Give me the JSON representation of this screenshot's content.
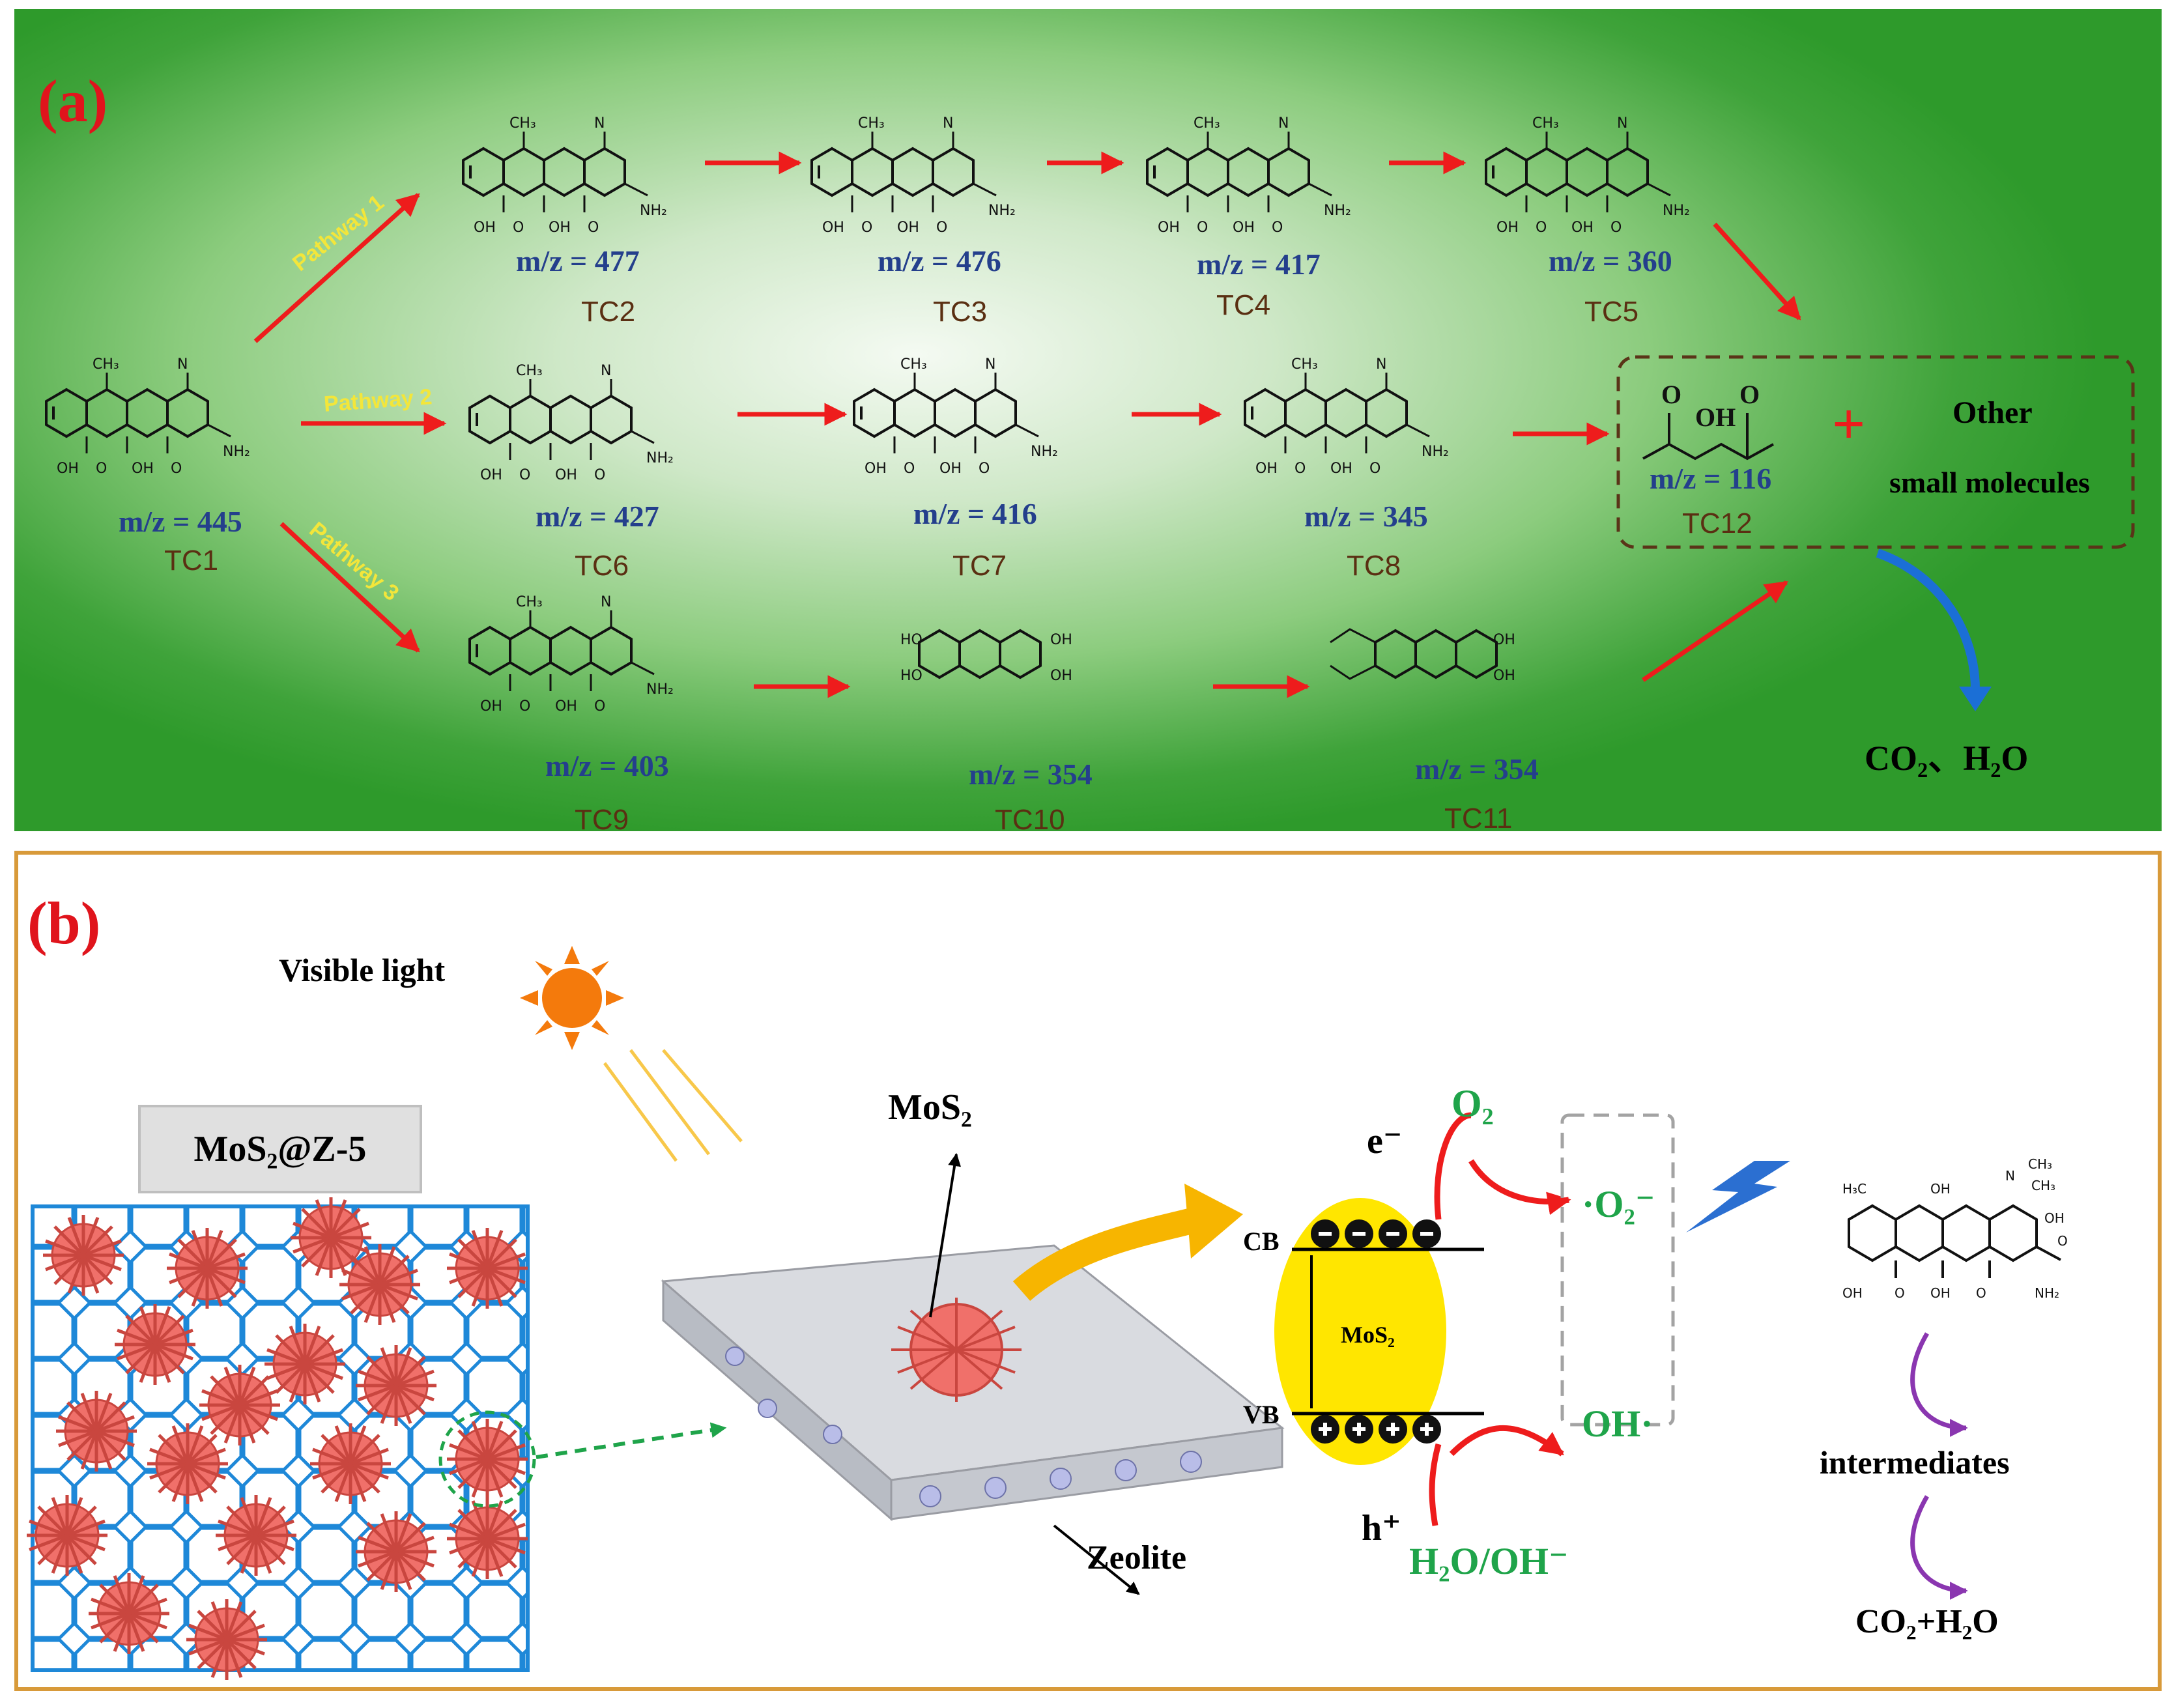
{
  "panel_a": {
    "label": "(a)",
    "pathways": [
      "Pathway 1",
      "Pathway 2",
      "Pathway 3"
    ],
    "compounds": [
      {
        "id": "TC1",
        "mz": "m/z = 445"
      },
      {
        "id": "TC2",
        "mz": "m/z = 477"
      },
      {
        "id": "TC3",
        "mz": "m/z = 476"
      },
      {
        "id": "TC4",
        "mz": "m/z = 417"
      },
      {
        "id": "TC5",
        "mz": "m/z = 360"
      },
      {
        "id": "TC6",
        "mz": "m/z = 427"
      },
      {
        "id": "TC7",
        "mz": "m/z = 416"
      },
      {
        "id": "TC8",
        "mz": "m/z = 345"
      },
      {
        "id": "TC9",
        "mz": "m/z = 403"
      },
      {
        "id": "TC10",
        "mz": "m/z = 354"
      },
      {
        "id": "TC11",
        "mz": "m/z = 354"
      },
      {
        "id": "TC12",
        "mz": "m/z = 116"
      }
    ],
    "plus": "+",
    "other_line1": "Other",
    "other_line2": "small molecules",
    "final_products": "CO₂、H₂O"
  },
  "panel_b": {
    "label": "(b)",
    "visible_light": "Visible light",
    "mos2_z5": "MoS₂@Z-5",
    "mos2": "MoS₂",
    "zeolite": "Zeolite",
    "cb": "CB",
    "vb": "VB",
    "band_label": "MoS₂",
    "electron": "e⁻",
    "hole": "h⁺",
    "o2": "O₂",
    "superoxide": "·O₂⁻",
    "hydroxyl": "OH·",
    "water": "H₂O/OH⁻",
    "intermediates": "intermediates",
    "products": "CO₂+H₂O"
  },
  "colors": {
    "arrow_red": "#ee1c1c",
    "mz_blue": "#243f8c",
    "tc_brown": "#5a2f12",
    "green_text": "#1fa44a",
    "mesh_blue": "#1e88d8",
    "cluster_red": "#f0706a",
    "band_yellow": "#ffe600",
    "panel_border": "#d89a3a"
  }
}
